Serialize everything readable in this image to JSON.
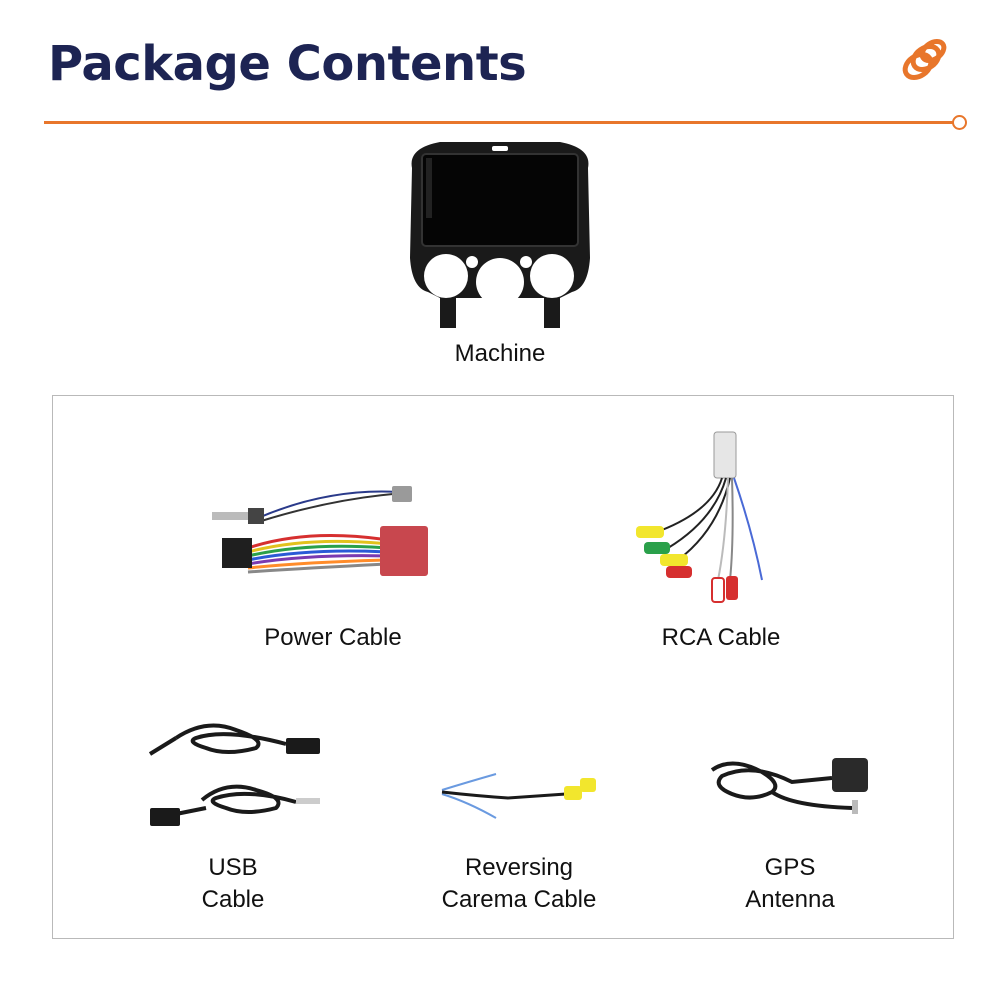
{
  "header": {
    "title": "Package Contents",
    "accent_color": "#e8762b",
    "title_color": "#1d2453",
    "logo_icon": "orange-coil-logo-icon"
  },
  "machine": {
    "label": "Machine",
    "icon": "car-stereo-head-unit-icon"
  },
  "items": [
    {
      "label_lines": [
        "Power Cable"
      ],
      "icon": "power-harness-icon"
    },
    {
      "label_lines": [
        "RCA Cable"
      ],
      "icon": "rca-cable-icon"
    },
    {
      "label_lines": [
        "USB",
        "Cable"
      ],
      "icon": "usb-cable-icon"
    },
    {
      "label_lines": [
        "Reversing",
        "Carema Cable"
      ],
      "icon": "reversing-camera-cable-icon"
    },
    {
      "label_lines": [
        "GPS",
        "Antenna"
      ],
      "icon": "gps-antenna-icon"
    }
  ]
}
